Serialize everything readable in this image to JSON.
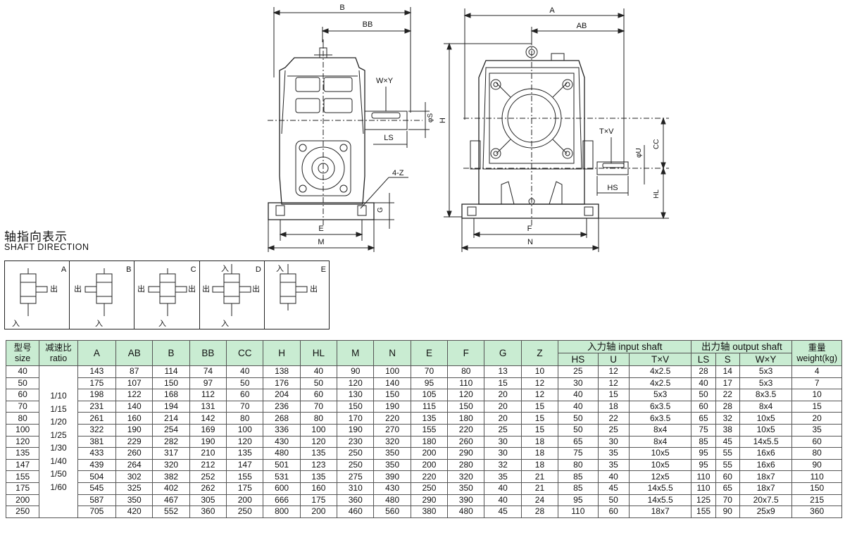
{
  "drawing": {
    "side_labels": {
      "B": "B",
      "BB": "BB",
      "WxY": "W×Y",
      "S": "φS",
      "LS": "LS",
      "Z": "4-Z",
      "G": "G",
      "E": "E",
      "M": "M"
    },
    "front_labels": {
      "A": "A",
      "AB": "AB",
      "H": "H",
      "TxV": "T×V",
      "CC": "CC",
      "U": "φU",
      "HS": "HS",
      "HL": "HL",
      "F": "F",
      "N": "N"
    }
  },
  "shaft_direction": {
    "title_cn": "轴指向表示",
    "title_en": "SHAFT DIRECTION",
    "in_label": "入",
    "out_label": "出",
    "cells": [
      "A",
      "B",
      "C",
      "D",
      "E"
    ]
  },
  "table": {
    "h_size_cn": "型号",
    "h_size_en": "size",
    "h_ratio_cn": "减速比",
    "h_ratio_en": "ratio",
    "cols": [
      "A",
      "AB",
      "B",
      "BB",
      "CC",
      "H",
      "HL",
      "M",
      "N",
      "E",
      "F",
      "G",
      "Z"
    ],
    "input_group": "入力轴 input shaft",
    "input_cols": [
      "HS",
      "U",
      "T×V"
    ],
    "output_group": "出力轴 output shaft",
    "output_cols": [
      "LS",
      "S",
      "W×Y"
    ],
    "h_weight_cn": "重量",
    "h_weight_en": "weight(kg)",
    "ratios": [
      "1/10",
      "1/15",
      "1/20",
      "1/25",
      "1/30",
      "1/40",
      "1/50",
      "1/60"
    ],
    "rows": [
      [
        "40",
        "143",
        "87",
        "114",
        "74",
        "40",
        "138",
        "40",
        "90",
        "100",
        "70",
        "80",
        "13",
        "10",
        "25",
        "12",
        "4x2.5",
        "28",
        "14",
        "5x3",
        "4"
      ],
      [
        "50",
        "175",
        "107",
        "150",
        "97",
        "50",
        "176",
        "50",
        "120",
        "140",
        "95",
        "110",
        "15",
        "12",
        "30",
        "12",
        "4x2.5",
        "40",
        "17",
        "5x3",
        "7"
      ],
      [
        "60",
        "198",
        "122",
        "168",
        "112",
        "60",
        "204",
        "60",
        "130",
        "150",
        "105",
        "120",
        "20",
        "12",
        "40",
        "15",
        "5x3",
        "50",
        "22",
        "8x3.5",
        "10"
      ],
      [
        "70",
        "231",
        "140",
        "194",
        "131",
        "70",
        "236",
        "70",
        "150",
        "190",
        "115",
        "150",
        "20",
        "15",
        "40",
        "18",
        "6x3.5",
        "60",
        "28",
        "8x4",
        "15"
      ],
      [
        "80",
        "261",
        "160",
        "214",
        "142",
        "80",
        "268",
        "80",
        "170",
        "220",
        "135",
        "180",
        "20",
        "15",
        "50",
        "22",
        "6x3.5",
        "65",
        "32",
        "10x5",
        "20"
      ],
      [
        "100",
        "322",
        "190",
        "254",
        "169",
        "100",
        "336",
        "100",
        "190",
        "270",
        "155",
        "220",
        "25",
        "15",
        "50",
        "25",
        "8x4",
        "75",
        "38",
        "10x5",
        "35"
      ],
      [
        "120",
        "381",
        "229",
        "282",
        "190",
        "120",
        "430",
        "120",
        "230",
        "320",
        "180",
        "260",
        "30",
        "18",
        "65",
        "30",
        "8x4",
        "85",
        "45",
        "14x5.5",
        "60"
      ],
      [
        "135",
        "433",
        "260",
        "317",
        "210",
        "135",
        "480",
        "135",
        "250",
        "350",
        "200",
        "290",
        "30",
        "18",
        "75",
        "35",
        "10x5",
        "95",
        "55",
        "16x6",
        "80"
      ],
      [
        "147",
        "439",
        "264",
        "320",
        "212",
        "147",
        "501",
        "123",
        "250",
        "350",
        "200",
        "280",
        "32",
        "18",
        "80",
        "35",
        "10x5",
        "95",
        "55",
        "16x6",
        "90"
      ],
      [
        "155",
        "504",
        "302",
        "382",
        "252",
        "155",
        "531",
        "135",
        "275",
        "390",
        "220",
        "320",
        "35",
        "21",
        "85",
        "40",
        "12x5",
        "110",
        "60",
        "18x7",
        "110"
      ],
      [
        "175",
        "545",
        "325",
        "402",
        "262",
        "175",
        "600",
        "160",
        "310",
        "430",
        "250",
        "350",
        "40",
        "21",
        "85",
        "45",
        "14x5.5",
        "110",
        "65",
        "18x7",
        "150"
      ],
      [
        "200",
        "587",
        "350",
        "467",
        "305",
        "200",
        "666",
        "175",
        "360",
        "480",
        "290",
        "390",
        "40",
        "24",
        "95",
        "50",
        "14x5.5",
        "125",
        "70",
        "20x7.5",
        "215"
      ],
      [
        "250",
        "705",
        "420",
        "552",
        "360",
        "250",
        "800",
        "200",
        "460",
        "560",
        "380",
        "480",
        "45",
        "28",
        "110",
        "60",
        "18x7",
        "155",
        "90",
        "25x9",
        "360"
      ]
    ]
  }
}
